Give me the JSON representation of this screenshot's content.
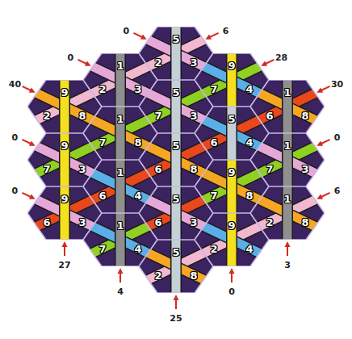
{
  "diagram": {
    "nodes": [
      {
        "text": [
          "9",
          "8",
          "2"
        ]
      },
      {
        "text": [
          "9",
          "3",
          "7"
        ]
      },
      {
        "text": [
          "9",
          "3",
          "6"
        ]
      },
      {
        "text": [
          "1",
          "3",
          "2"
        ]
      },
      {
        "text": [
          "1",
          "8",
          "7"
        ]
      },
      {
        "text": [
          "1",
          "4",
          "6"
        ]
      },
      {
        "text": [
          "1",
          "4",
          "7"
        ]
      },
      {
        "text": [
          "5",
          "3",
          "2"
        ]
      },
      {
        "text": [
          "5",
          "3",
          "7"
        ]
      },
      {
        "text": [
          "5",
          "8",
          "6"
        ]
      },
      {
        "text": [
          "5",
          "3",
          "6"
        ]
      },
      {
        "text": [
          "5",
          "8",
          "2"
        ]
      },
      {
        "text": [
          "9",
          "4",
          "7"
        ]
      },
      {
        "text": [
          "5",
          "4",
          "6"
        ]
      },
      {
        "text": [
          "9",
          "8",
          "7"
        ]
      },
      {
        "text": [
          "9",
          "4",
          "2"
        ]
      },
      {
        "text": [
          "1",
          "8",
          "6"
        ]
      },
      {
        "text": [
          "1",
          "3",
          "7"
        ]
      },
      {
        "text": [
          "1",
          "8",
          "2"
        ]
      }
    ],
    "labels": [
      "0",
      "6",
      "0",
      "28",
      "40",
      "30",
      "0",
      "0",
      "0",
      "6",
      "27",
      "4",
      "25",
      "0",
      "3"
    ]
  }
}
